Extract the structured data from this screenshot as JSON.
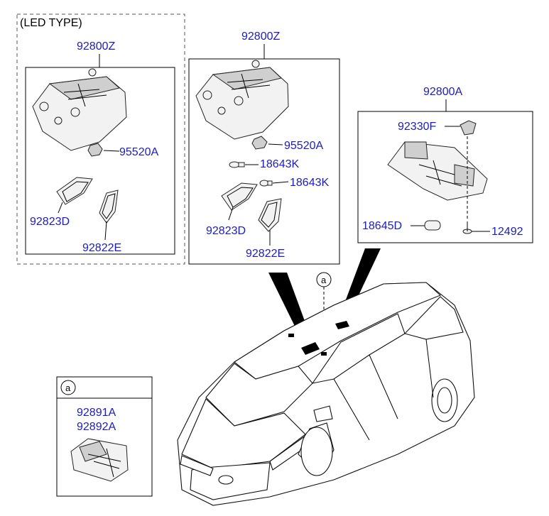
{
  "panels": {
    "led_type": {
      "title": "(LED TYPE)",
      "assembly": "92800Z",
      "parts": [
        "95520A",
        "92823D",
        "92822E"
      ]
    },
    "standard": {
      "assembly": "92800Z",
      "parts": [
        "95520A",
        "18643K",
        "18643K",
        "92823D",
        "92822E"
      ]
    },
    "rear": {
      "assembly": "92800A",
      "parts": [
        "92330F",
        "18645D",
        "12492"
      ]
    },
    "detail_a": {
      "marker": "a",
      "parts": [
        "92891A",
        "92892A"
      ]
    }
  },
  "car_markers": [
    "a",
    "a"
  ],
  "colors": {
    "part_number": "#1a1ad6",
    "line": "#000000"
  }
}
